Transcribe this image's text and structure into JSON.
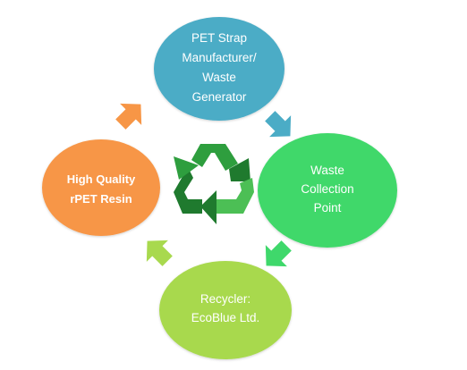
{
  "colors": {
    "manufacturer": "#4BACC6",
    "collection": "#3FD86B",
    "recycler": "#A8D94E",
    "resin": "#F79646",
    "arrow_top_right": "#4BACC6",
    "arrow_right_bottom": "#3FD86B",
    "arrow_bottom_left": "#A8D94E",
    "arrow_left_top": "#F79646",
    "recycle_dark": "#1F7A2E",
    "recycle_mid": "#2E9E3E",
    "recycle_light": "#4CBF55"
  },
  "nodes": {
    "manufacturer": {
      "lines": [
        "PET Strap",
        "Manufacturer/",
        "Waste",
        "Generator"
      ]
    },
    "collection": {
      "lines": [
        "Waste",
        "Collection",
        "Point"
      ]
    },
    "recycler": {
      "lines": [
        "Recycler:",
        "EcoBlue Ltd."
      ]
    },
    "resin": {
      "lines": [
        "High Quality",
        "rPET Resin"
      ]
    }
  },
  "center_icon": "recycle-icon"
}
